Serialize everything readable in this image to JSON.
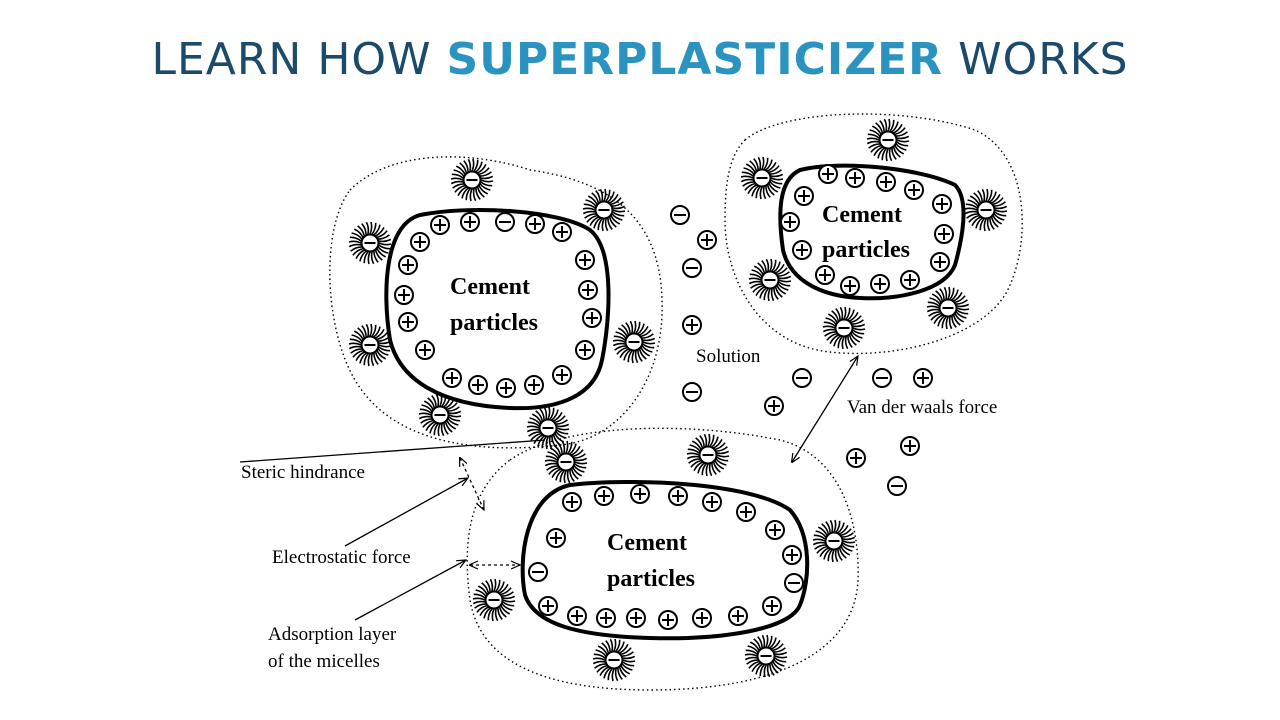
{
  "title": {
    "prefix": "LEARN HOW ",
    "highlight": "SUPERPLASTICIZER",
    "suffix": " WORKS",
    "color_main": "#1b4a6b",
    "color_highlight": "#2a93bf"
  },
  "particles": {
    "left": {
      "line1": "Cement",
      "line2": "particles"
    },
    "right": {
      "line1": "Cement",
      "line2": "particles"
    },
    "bottom": {
      "line1": "Cement",
      "line2": "particles"
    }
  },
  "labels": {
    "solution": "Solution",
    "van_der_waals": "Van der waals force",
    "steric": "Steric hindrance",
    "electrostatic": "Electrostatic force",
    "adsorption_line1": "Adsorption layer",
    "adsorption_line2": "of the micelles"
  },
  "icons": {
    "positive_ion": "circle-plus",
    "negative_ion": "circle-minus",
    "micelle": "starburst-circle-minus"
  }
}
